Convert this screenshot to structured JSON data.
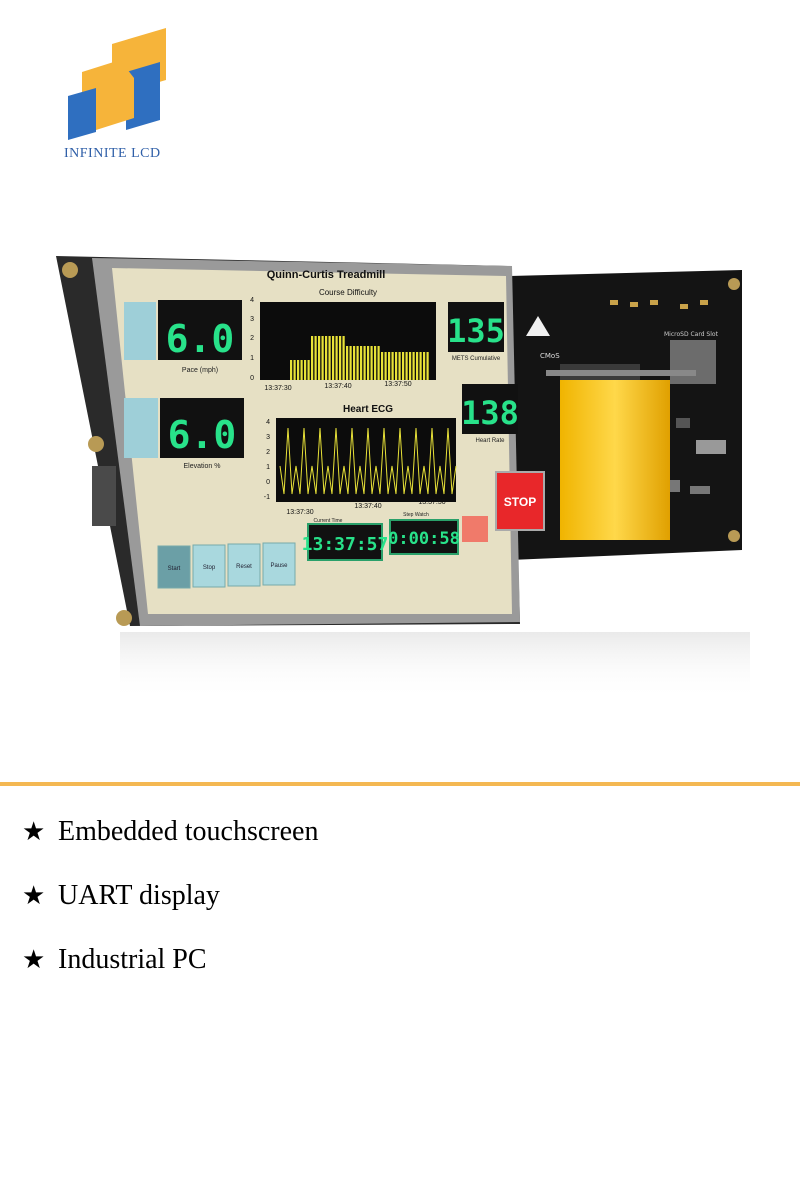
{
  "brand": {
    "name": "INFINITE LCD",
    "colors": {
      "orange": "#f6b43a",
      "blue": "#2f6fc0"
    }
  },
  "device": {
    "screen_title": "Quinn-Curtis Treadmill",
    "course_chart_title": "Course Difficulty",
    "ecg_chart_title": "Heart ECG",
    "pace_value": "6.0",
    "pace_label": "Pace (mph)",
    "elevation_value": "6.0",
    "elevation_label": "Elevation %",
    "mets_value": "135",
    "mets_label": "METS Cumulative",
    "heart_rate_value": "138",
    "heart_rate_label": "Heart Rate",
    "course_y_ticks": [
      "4",
      "3",
      "2",
      "1",
      "0"
    ],
    "course_x_ticks": [
      "13:37:30",
      "13:37:40",
      "13:37:50"
    ],
    "ecg_y_ticks": [
      "4",
      "3",
      "2",
      "1",
      "0",
      "-1"
    ],
    "ecg_x_ticks": [
      "13:37:30",
      "13:37:40",
      "13:37:50"
    ],
    "current_time": "13:37:57",
    "current_time_label": "Current Time",
    "step_time": "0:00:58",
    "step_time_label": "Step Watch",
    "stop_label": "STOP",
    "buttons": [
      "Start",
      "Stop",
      "Reset",
      "Pause"
    ],
    "esd_label": "CMoS",
    "sd_label": "MicroSD Card Slot"
  },
  "features": [
    {
      "icon": "★",
      "text": "Embedded touchscreen"
    },
    {
      "icon": "★",
      "text": "UART display"
    },
    {
      "icon": "★",
      "text": "Industrial PC"
    }
  ]
}
